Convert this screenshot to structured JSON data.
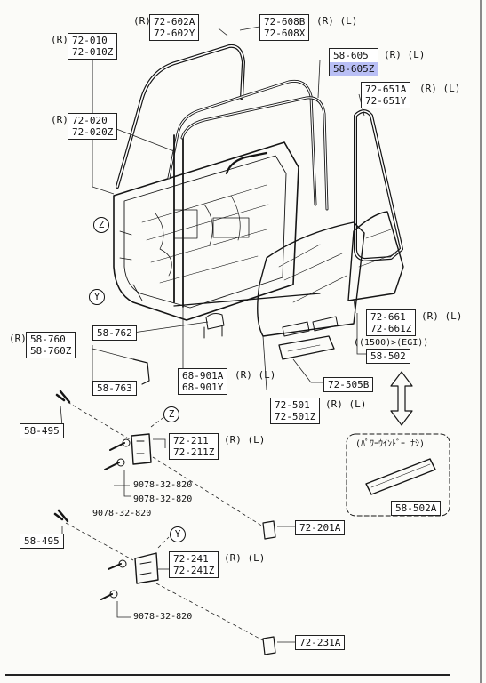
{
  "diagram": {
    "labels": {
      "p72_602": [
        "72-602A",
        "72-602Y"
      ],
      "p72_608": [
        "72-608B",
        "72-608X"
      ],
      "p72_010": [
        "72-010",
        "72-010Z"
      ],
      "p58_605": [
        "58-605",
        "58-605Z"
      ],
      "p72_651": [
        "72-651A",
        "72-651Y"
      ],
      "p72_020": [
        "72-020",
        "72-020Z"
      ],
      "p58_760": [
        "58-760",
        "58-760Z"
      ],
      "p58_762": "58-762",
      "p72_661": [
        "72-661",
        "72-661Z"
      ],
      "p58_502": "58-502",
      "p58_763": "58-763",
      "p68_901": [
        "68-901A",
        "68-901Y"
      ],
      "p72_505": "72-505B",
      "p72_501": [
        "72-501",
        "72-501Z"
      ],
      "p58_495_a": "58-495",
      "p72_211": [
        "72-211",
        "72-211Z"
      ],
      "p58_502A": "58-502A",
      "p72_201": "72-201A",
      "p58_495_b": "58-495",
      "p72_241": [
        "72-241",
        "72-241Z"
      ],
      "p72_231": "72-231A"
    },
    "side_r": "(R)",
    "side_l": "(L)",
    "variant_1500": "((1500)>(EGI))",
    "power_window_note": "(ﾊﾟﾜｰｳｲﾝﾄﾞｰ ﾅｼ)",
    "bolt_numbers": [
      "9078-32-820",
      "9078-32-820",
      "9078-32-820",
      "9078-32-820"
    ],
    "markers": {
      "z": "Z",
      "y": "Y"
    },
    "highlighted_part": "58-605Z"
  }
}
